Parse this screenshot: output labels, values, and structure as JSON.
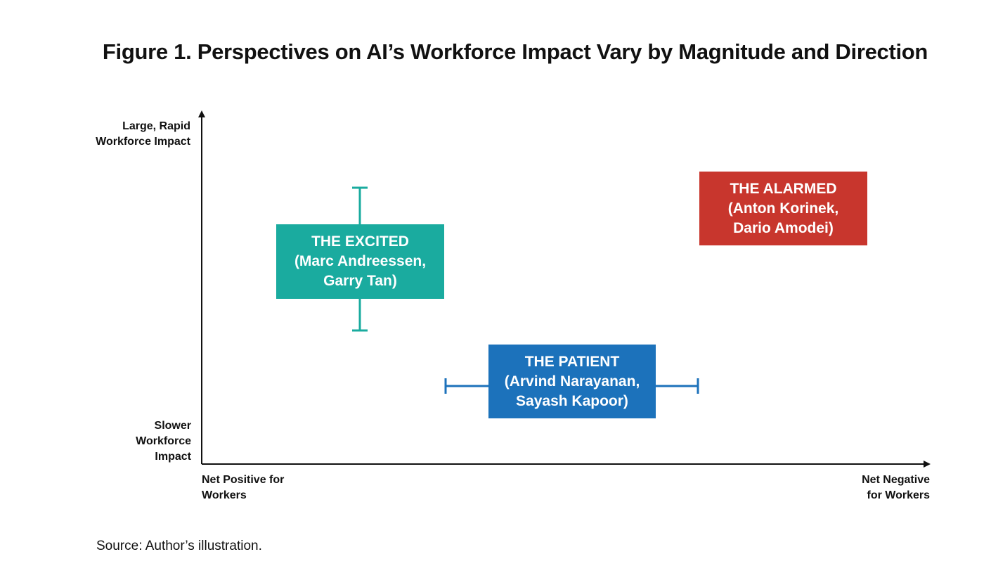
{
  "title": "Figure 1. Perspectives on AI’s Workforce Impact Vary by Magnitude and Direction",
  "axes": {
    "y_top_label": "Large, Rapid\nWorkforce Impact",
    "y_bottom_label": "Slower\nWorkforce\nImpact",
    "x_left_label": "Net Positive for\nWorkers",
    "x_right_label": "Net Negative\nfor Workers"
  },
  "groups": {
    "excited": {
      "label": "THE EXCITED\n(Marc Andreessen,\nGarry Tan)",
      "color": "#1aab9f",
      "range": "vertical"
    },
    "patient": {
      "label": "THE PATIENT\n(Arvind Narayanan,\nSayash Kapoor)",
      "color": "#1c72bb",
      "range": "horizontal"
    },
    "alarmed": {
      "label": "THE ALARMED\n(Anton Korinek,\nDario Amodei)",
      "color": "#c8362d",
      "range": "none"
    }
  },
  "source": "Source: Author’s illustration."
}
